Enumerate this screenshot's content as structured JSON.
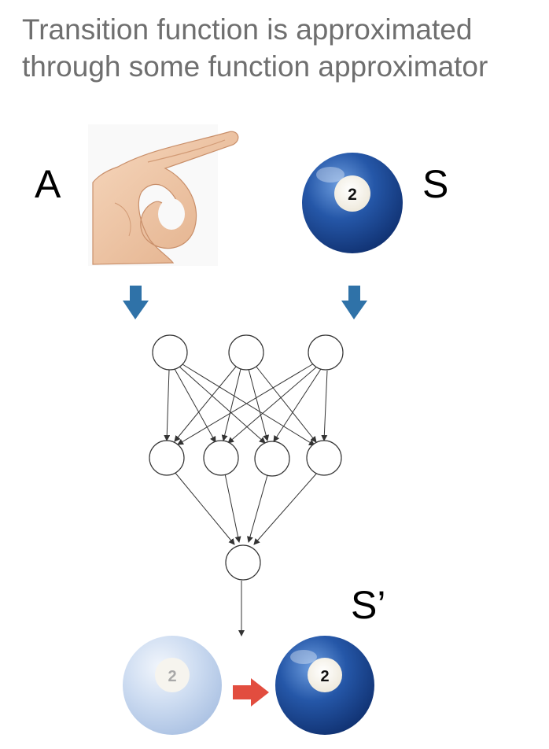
{
  "title": {
    "line1": "Transition function is approximated",
    "line2": "through some function approximator"
  },
  "labels": {
    "action": "A",
    "state": "S",
    "next_state": "S’"
  },
  "balls": {
    "state_number": "2",
    "previous_number": "2",
    "next_number": "2"
  },
  "network": {
    "layer_sizes": [
      3,
      4,
      1
    ]
  },
  "colors": {
    "title": "#6f6f6f",
    "flow_arrow": "#2f72a8",
    "ball_blue": "#1f4fa0",
    "ball_faded": "#c7d8ef",
    "transition_arrow": "#e24d3f",
    "skin": "#f0c9a8"
  },
  "icons": {
    "action": "hand-gesture-icon",
    "state": "billiard-ball-icon",
    "flow": "down-arrow-icon",
    "transition": "right-arrow-icon"
  }
}
